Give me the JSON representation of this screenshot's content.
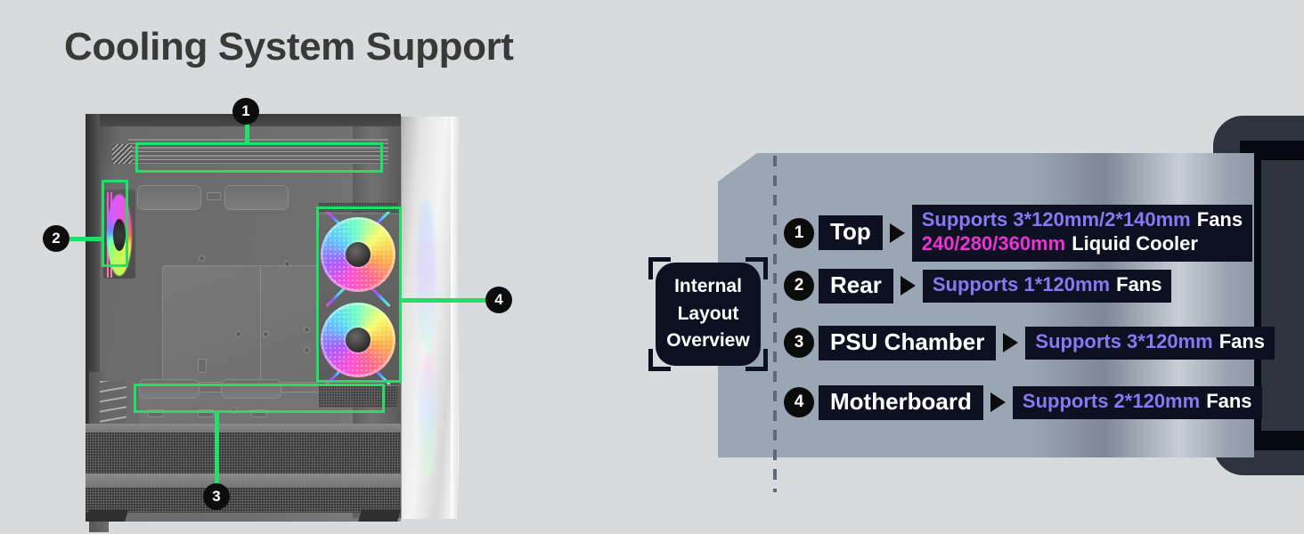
{
  "page": {
    "title": "Cooling System Support",
    "background_color": "#d7dbde"
  },
  "colors": {
    "accent_green": "#21e06a",
    "accent_purple": "#8878f2",
    "accent_magenta": "#ee31d8",
    "panel_gray": "#9ba6b5",
    "chip_dark": "#0d1020"
  },
  "product_image": {
    "name": "pc-case-interior-photo",
    "callouts": [
      {
        "number": "1",
        "target": "top-radiator-mount"
      },
      {
        "number": "2",
        "target": "rear-fan"
      },
      {
        "number": "3",
        "target": "psu-chamber-fans"
      },
      {
        "number": "4",
        "target": "motherboard-side-fans"
      }
    ]
  },
  "overview_badge": {
    "line1": "Internal",
    "line2": "Layout",
    "line3": "Overview"
  },
  "spec_rows": [
    {
      "number": "1",
      "label": "Top",
      "values": [
        {
          "accent": "Supports 3*120mm/2*140mm",
          "accent_color": "purple",
          "white": "Fans"
        },
        {
          "accent": "240/280/360mm",
          "accent_color": "magenta",
          "white": "Liquid Cooler"
        }
      ]
    },
    {
      "number": "2",
      "label": "Rear",
      "values": [
        {
          "accent": "Supports 1*120mm",
          "accent_color": "purple",
          "white": "Fans"
        }
      ]
    },
    {
      "number": "3",
      "label": "PSU Chamber",
      "values": [
        {
          "accent": "Supports 3*120mm",
          "accent_color": "purple",
          "white": "Fans"
        }
      ]
    },
    {
      "number": "4",
      "label": "Motherboard",
      "values": [
        {
          "accent": "Supports 2*120mm",
          "accent_color": "purple",
          "white": "Fans"
        }
      ]
    }
  ]
}
